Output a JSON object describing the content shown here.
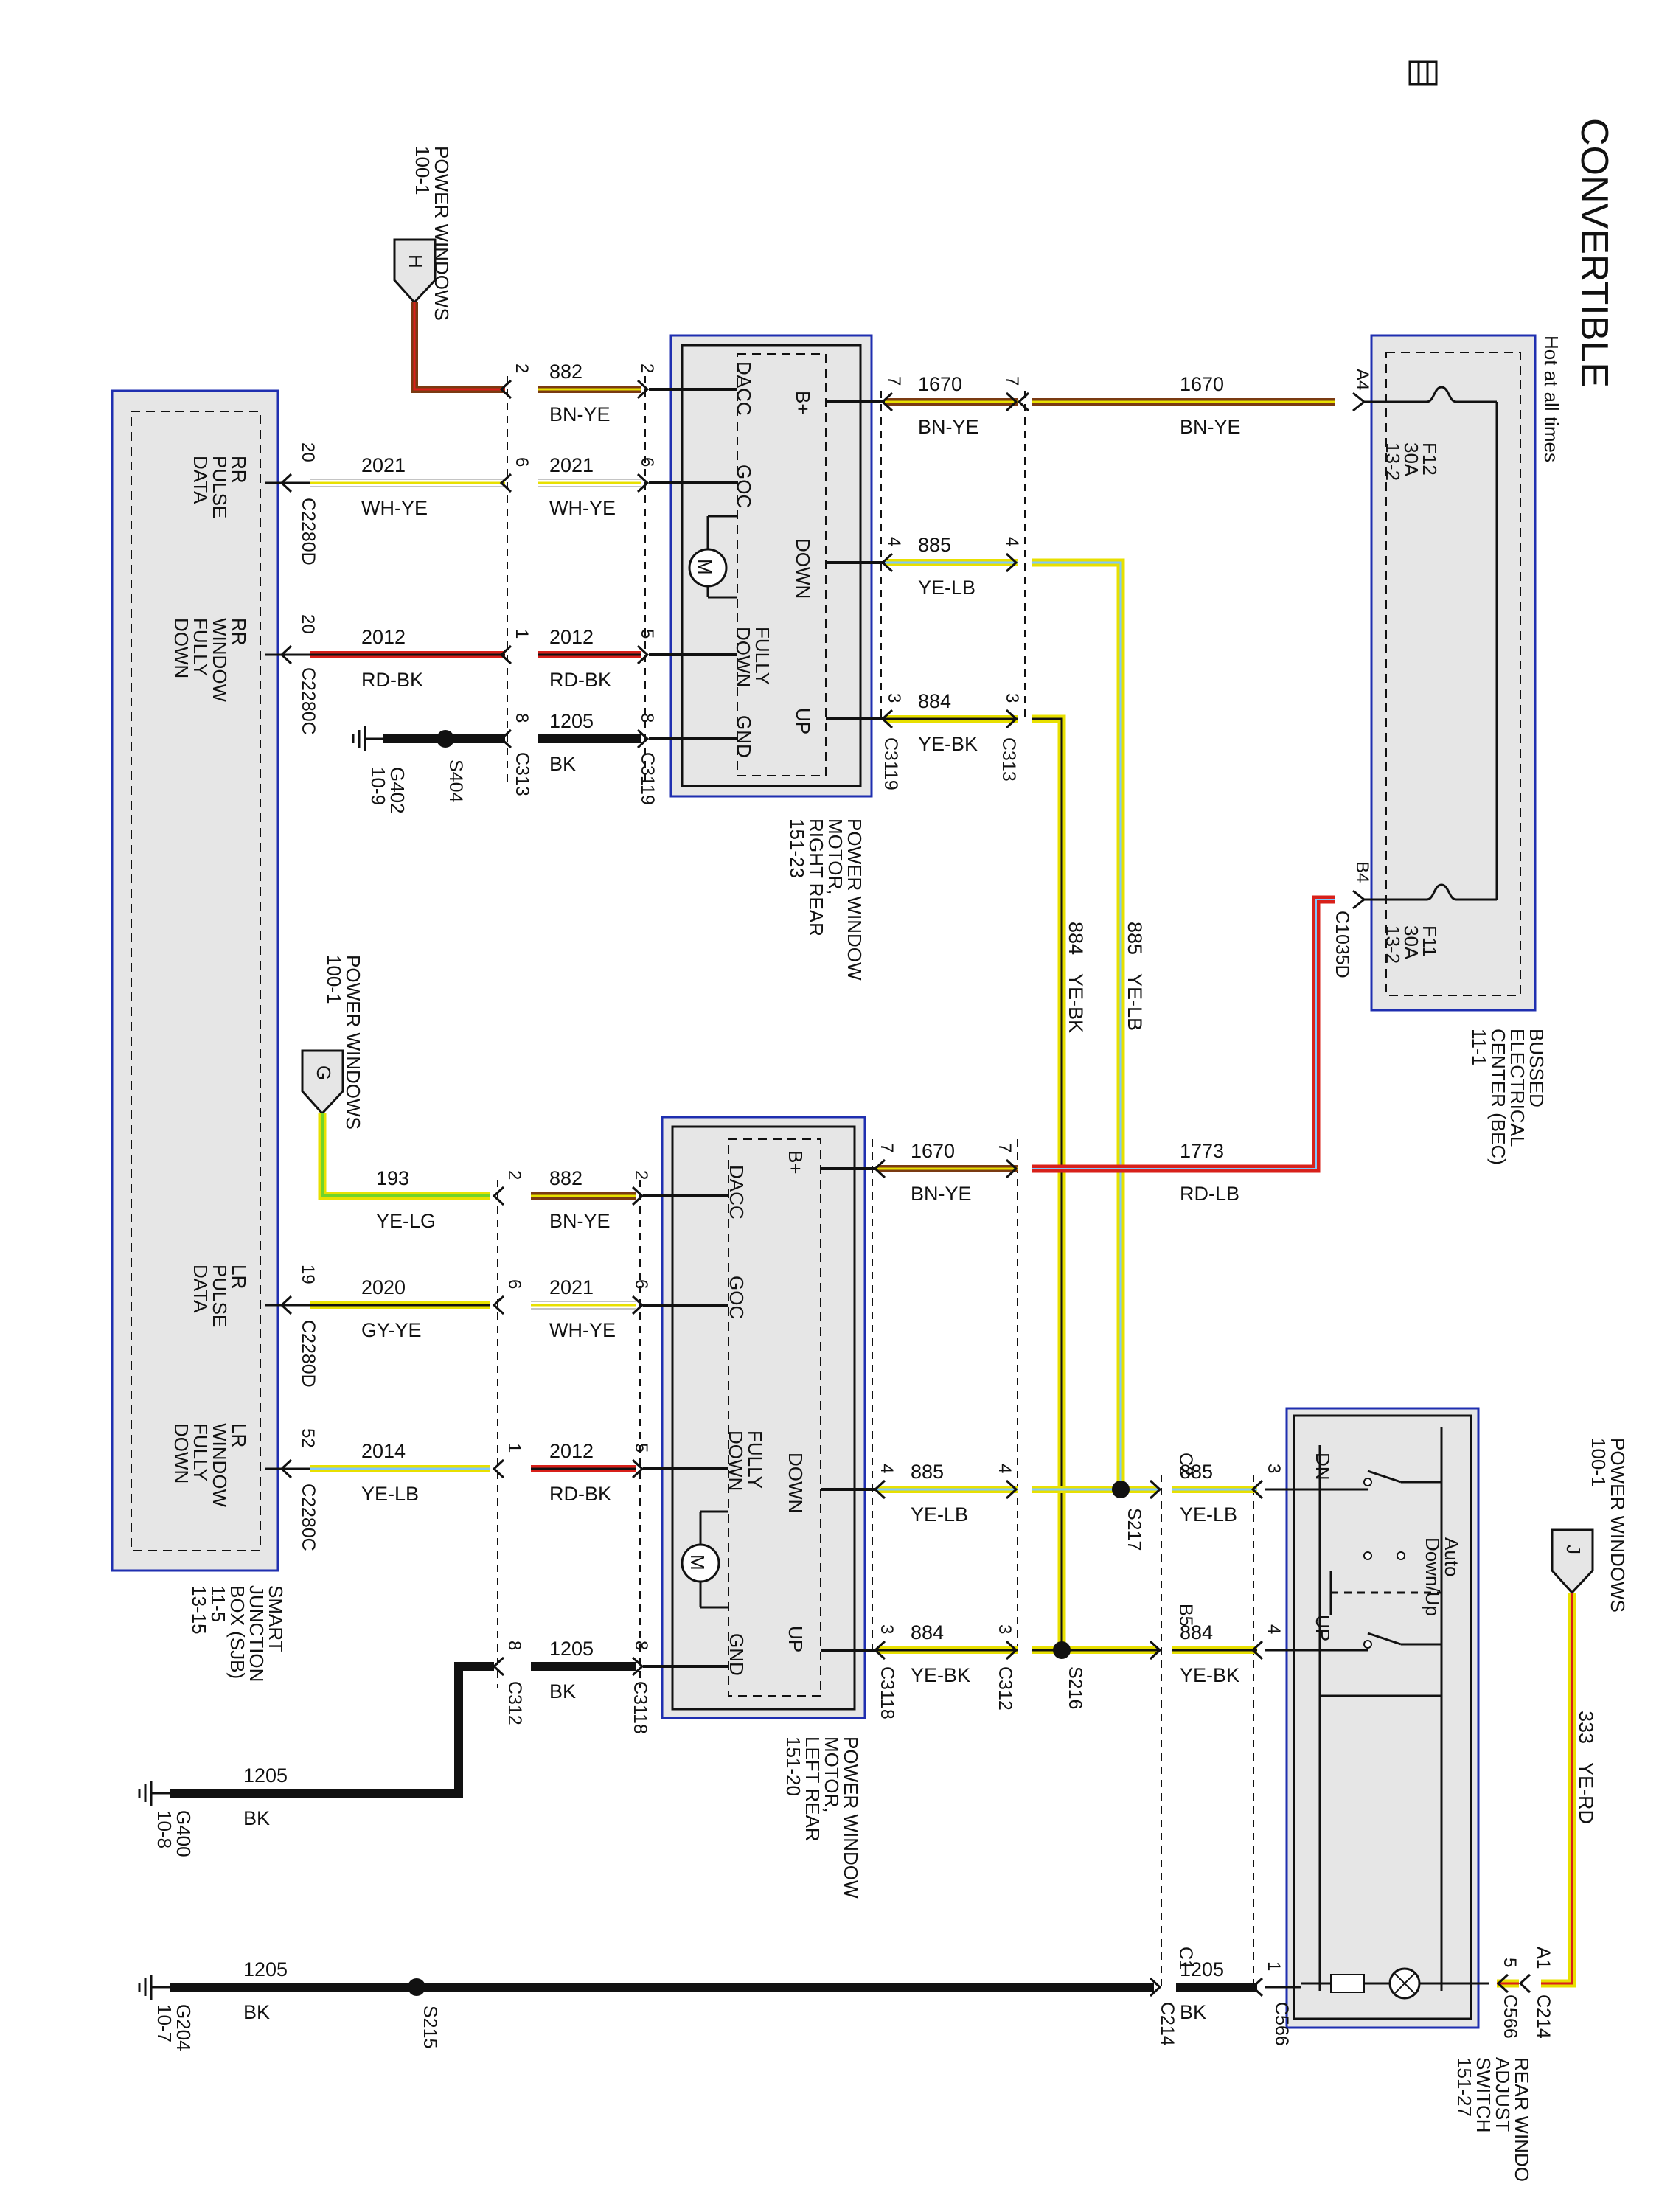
{
  "header": {
    "title": "CONVERTIBLE",
    "hot_note": "Hot at all times"
  },
  "bec": {
    "caption": [
      "BUSSED",
      "ELECTRICAL",
      "CENTER (BEC)",
      "11-1"
    ],
    "fuse_top": [
      "F12",
      "30A",
      "13-2"
    ],
    "fuse_bottom": [
      "F11",
      "30A",
      "13-2"
    ],
    "pin_top": "A4",
    "pin_bottom": "B4",
    "connector": "C1035D"
  },
  "refs": {
    "H": {
      "letter": "H",
      "text": [
        "POWER WINDOWS",
        "100-1"
      ]
    },
    "G": {
      "letter": "G",
      "text": [
        "POWER WINDOWS",
        "100-1"
      ]
    },
    "J": {
      "letter": "J",
      "text": [
        "POWER WINDOWS",
        "100-1"
      ]
    }
  },
  "sjb": {
    "caption": [
      "SMART",
      "JUNCTION",
      "BOX (SJB)",
      "11-5",
      "13-15"
    ],
    "rr_pulse": [
      "RR",
      "PULSE",
      "DATA"
    ],
    "rr_down": [
      "RR",
      "WINDOW",
      "FULLY",
      "DOWN"
    ],
    "lr_pulse": [
      "LR",
      "PULSE",
      "DATA"
    ],
    "lr_down": [
      "LR",
      "WINDOW",
      "FULLY",
      "DOWN"
    ]
  },
  "motor_rr": {
    "caption": [
      "POWER WINDOW",
      "MOTOR,",
      "RIGHT REAR",
      "151-23"
    ],
    "pins": {
      "bplus": "B+",
      "dacc": "DACC",
      "goc": "GOC",
      "down": "DOWN",
      "fully": [
        "FULLY",
        "DOWN"
      ],
      "up": "UP",
      "gnd": "GND"
    },
    "motor": "M"
  },
  "motor_lr": {
    "caption": [
      "POWER WINDOW",
      "MOTOR,",
      "LEFT REAR",
      "151-20"
    ],
    "pins": {
      "bplus": "B+",
      "dacc": "DACC",
      "goc": "GOC",
      "down": "DOWN",
      "fully": [
        "FULLY",
        "DOWN"
      ],
      "up": "UP",
      "gnd": "GND"
    },
    "motor": "M"
  },
  "switch": {
    "caption": [
      "REAR WINDO",
      "ADJUST",
      "SWITCH",
      "151-27"
    ],
    "dn": "DN",
    "up": "UP",
    "auto": [
      "Auto",
      "Down/Up"
    ]
  },
  "grounds": {
    "G402": [
      "G402",
      "10-9"
    ],
    "G400": [
      "G400",
      "10-8"
    ],
    "G204": [
      "G204",
      "10-7"
    ]
  },
  "wires": [
    {
      "id": "w1",
      "num": "1670",
      "color": "BN-YE"
    },
    {
      "id": "w2",
      "num": "1670",
      "color": "BN-YE"
    },
    {
      "id": "w3",
      "num": "885",
      "color": "YE-LB"
    },
    {
      "id": "w4",
      "num": "884",
      "color": "YE-BK"
    },
    {
      "id": "w5",
      "num": "882",
      "color": "BN-YE"
    },
    {
      "id": "w6",
      "num": "2021",
      "color": "WH-YE"
    },
    {
      "id": "w7",
      "num": "2021",
      "color": "WH-YE"
    },
    {
      "id": "w8",
      "num": "2012",
      "color": "RD-BK"
    },
    {
      "id": "w9",
      "num": "2012",
      "color": "RD-BK"
    },
    {
      "id": "w10",
      "num": "1205",
      "color": "BK"
    },
    {
      "id": "w11",
      "num": "1773",
      "color": "RD-LB"
    },
    {
      "id": "w12",
      "num": "1670",
      "color": "BN-YE"
    },
    {
      "id": "w13",
      "num": "193",
      "color": "YE-LG"
    },
    {
      "id": "w14",
      "num": "882",
      "color": "BN-YE"
    },
    {
      "id": "w15",
      "num": "2020",
      "color": "GY-YE"
    },
    {
      "id": "w16",
      "num": "2021",
      "color": "WH-YE"
    },
    {
      "id": "w17",
      "num": "2014",
      "color": "YE-LB"
    },
    {
      "id": "w18",
      "num": "2012",
      "color": "RD-BK"
    },
    {
      "id": "w19",
      "num": "885",
      "color": "YE-LB"
    },
    {
      "id": "w20",
      "num": "885",
      "color": "YE-LB"
    },
    {
      "id": "w21",
      "num": "884",
      "color": "YE-BK"
    },
    {
      "id": "w22",
      "num": "884",
      "color": "YE-BK"
    },
    {
      "id": "w23",
      "num": "1205",
      "color": "BK"
    },
    {
      "id": "w24",
      "num": "1205",
      "color": "BK"
    },
    {
      "id": "w25",
      "num": "1205",
      "color": "BK"
    },
    {
      "id": "w26",
      "num": "1205",
      "color": "BK"
    },
    {
      "id": "w27",
      "num": "885",
      "color": "YE-LB"
    },
    {
      "id": "w28",
      "num": "884",
      "color": "YE-BK"
    },
    {
      "id": "w29",
      "num": "333",
      "color": "YE-RD"
    }
  ],
  "connectors": {
    "c3119": "C3119",
    "c313": "C313",
    "c313b": "C313",
    "c3118": "C3118",
    "c312": "C312",
    "c312b": "C312",
    "c2280d": "C2280D",
    "c2280c": "C2280C",
    "c2280d2": "C2280D",
    "c2280c2": "C2280C",
    "c214": "C214",
    "c214b": "C214",
    "c566": "C566",
    "c566b": "C566",
    "s404": "S404",
    "s217": "S217",
    "s216": "S216",
    "s215": "S215",
    "c2": "C2",
    "b5": "B5",
    "c1": "C1",
    "a1": "A1"
  },
  "pins": {
    "p7a": "7",
    "p7b": "7",
    "p4a": "4",
    "p4b": "4",
    "p3a": "3",
    "p3b": "3",
    "p2a": "2",
    "p2b": "2",
    "p6a": "6",
    "p6b": "6",
    "p1a": "1",
    "p5a": "5",
    "p8a": "8",
    "p8b": "8",
    "p20a": "20",
    "p20b": "20",
    "p7c": "7",
    "p7d": "7",
    "p2c": "2",
    "p2d": "2",
    "p6c": "6",
    "p6d": "6",
    "p1b": "1",
    "p5b": "5",
    "p8c": "8",
    "p8d": "8",
    "p19": "19",
    "p52": "52",
    "p4c": "4",
    "p4d": "4",
    "p3c": "3",
    "p3d": "3",
    "sw3": "3",
    "sw4": "4",
    "sw1": "1",
    "sw5": "5"
  },
  "colors": {
    "BK": "#111111",
    "YE": "#e8e000",
    "BN": "#7a3a12",
    "RD": "#d8201a",
    "LB": "#7ec8ff",
    "WH": "#ffffff",
    "LG": "#6fd42a",
    "GY": "#9a9a9a",
    "box_blue": "#1f2fb0",
    "fill": "#e6e6e6"
  }
}
